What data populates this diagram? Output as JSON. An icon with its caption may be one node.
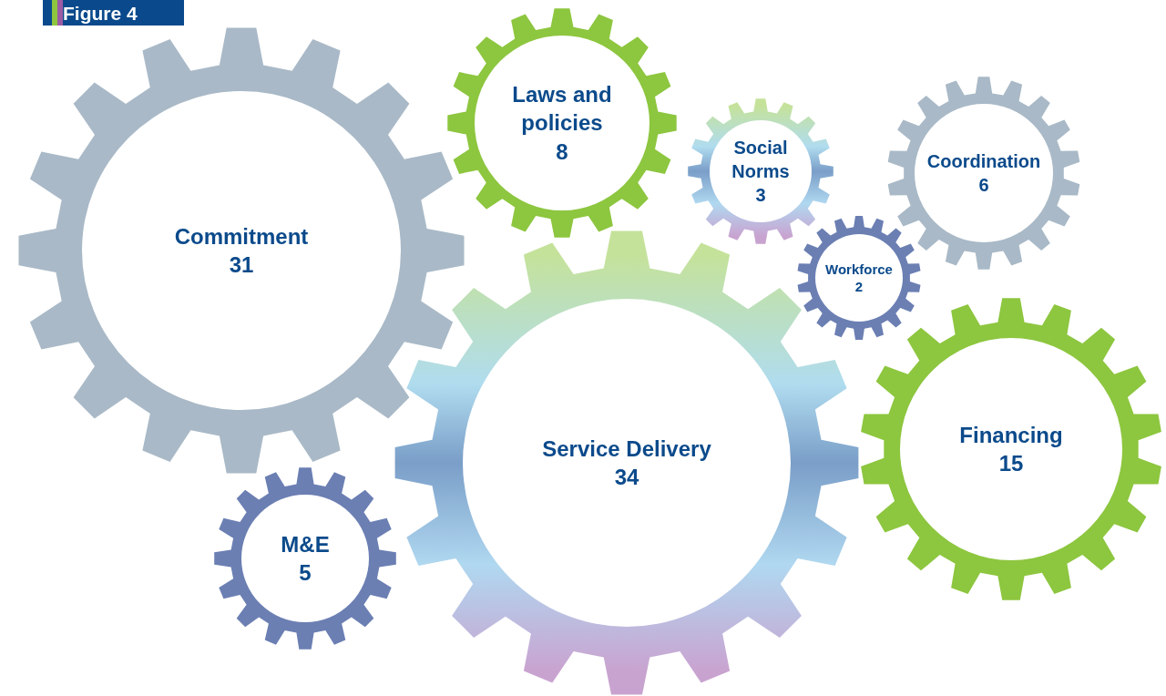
{
  "diagram": {
    "title": "Figure 4",
    "nodes": [
      {
        "text": [
          "Commitment",
          "31"
        ]
      },
      {
        "text": [
          "Laws and policies",
          "8"
        ]
      },
      {
        "text": [
          "Social Norms",
          "3"
        ]
      },
      {
        "text": [
          "Coordination",
          "6"
        ]
      },
      {
        "text": [
          "Workforce",
          "2"
        ]
      },
      {
        "text": [
          "Service Delivery",
          "34"
        ]
      },
      {
        "text": [
          "Financing",
          "15"
        ]
      },
      {
        "text": [
          "M&E",
          "5"
        ]
      }
    ]
  }
}
